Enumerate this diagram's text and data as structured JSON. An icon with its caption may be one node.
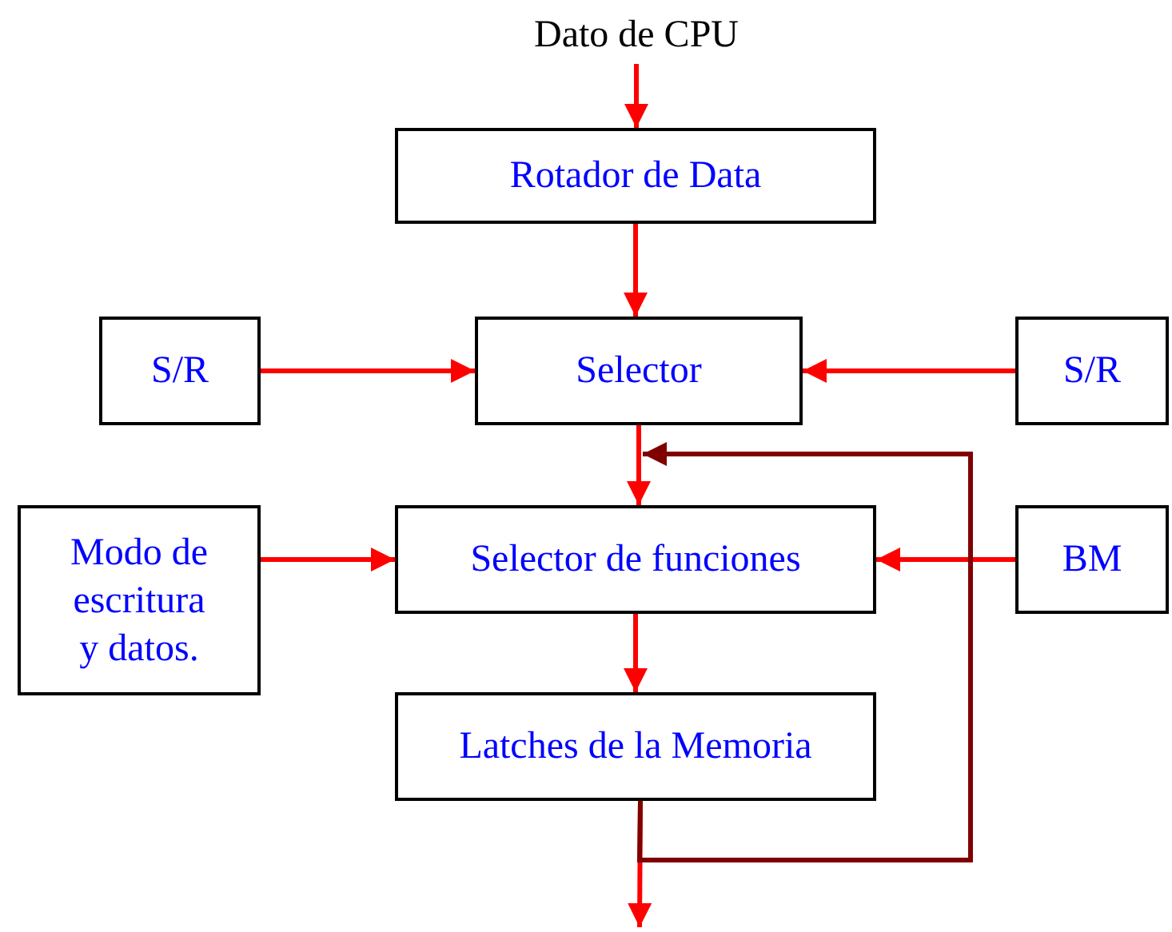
{
  "diagram": {
    "nodes": [
      {
        "text": [
          "Dato de CPU"
        ]
      },
      {
        "text": [
          "Rotador de Data"
        ]
      },
      {
        "text": [
          "S/R"
        ]
      },
      {
        "text": [
          "Selector"
        ]
      },
      {
        "text": [
          "S/R"
        ]
      },
      {
        "text": [
          "Modo de escritura y datos."
        ]
      },
      {
        "text": [
          "Selector de funciones"
        ]
      },
      {
        "text": [
          "BM"
        ]
      },
      {
        "text": [
          "Latches de la Memoria"
        ]
      }
    ],
    "edges": [
      {
        "from": 0,
        "to": 1,
        "arrow": "to"
      },
      {
        "from": 1,
        "to": 3,
        "arrow": "to"
      },
      {
        "from": 2,
        "to": 3,
        "arrow": "to"
      },
      {
        "from": 4,
        "to": 3,
        "arrow": "to"
      },
      {
        "from": 3,
        "to": 6,
        "arrow": "to"
      },
      {
        "from": 5,
        "to": 6,
        "arrow": "to"
      },
      {
        "from": 7,
        "to": 6,
        "arrow": "to"
      },
      {
        "from": 6,
        "to": 8,
        "arrow": "to"
      },
      {
        "from": 8,
        "to": null,
        "arrow": "to"
      },
      {
        "from": 8,
        "to": 3,
        "arrow": "to",
        "color": "#800000"
      }
    ]
  }
}
